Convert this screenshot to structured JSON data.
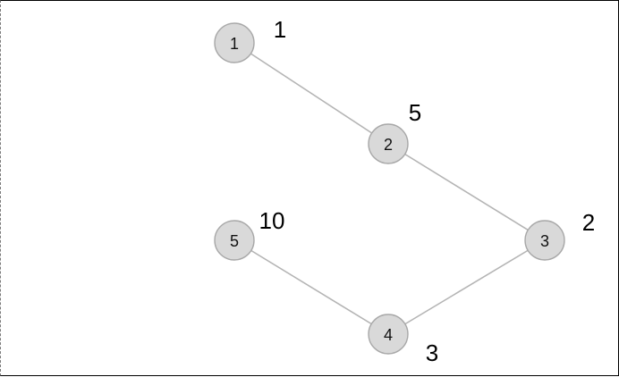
{
  "diagram": {
    "type": "graph",
    "nodes": [
      {
        "id": "1",
        "label": "1",
        "weight": "1"
      },
      {
        "id": "2",
        "label": "2",
        "weight": "5"
      },
      {
        "id": "3",
        "label": "3",
        "weight": "2"
      },
      {
        "id": "4",
        "label": "4",
        "weight": "3"
      },
      {
        "id": "5",
        "label": "5",
        "weight": "10"
      }
    ],
    "edges": [
      {
        "from": "1",
        "to": "2"
      },
      {
        "from": "2",
        "to": "3"
      },
      {
        "from": "3",
        "to": "4"
      },
      {
        "from": "4",
        "to": "5"
      }
    ],
    "colors": {
      "node_fill": "#d9d9d9",
      "node_stroke": "#a8a8a8",
      "edge": "#b4b4b4",
      "text": "#000000"
    }
  }
}
